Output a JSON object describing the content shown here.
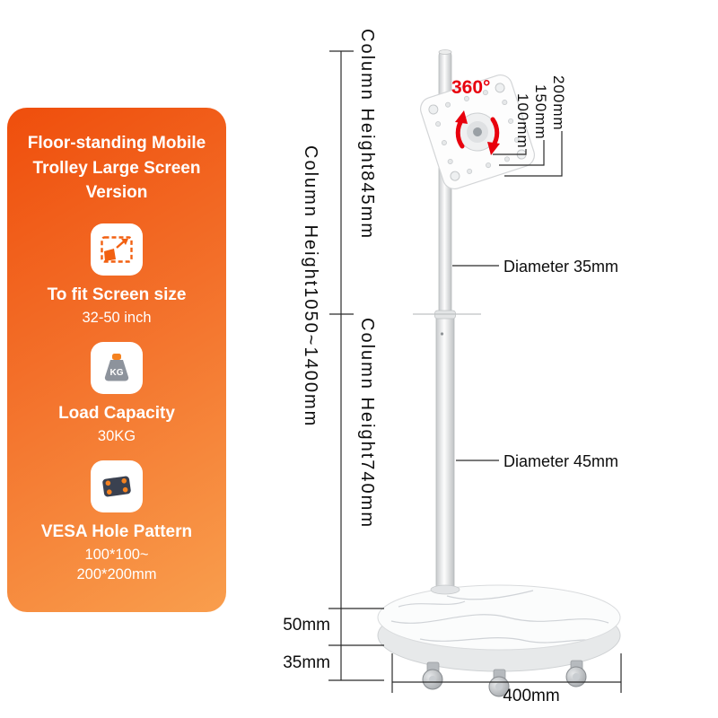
{
  "panel": {
    "title": "Floor-standing Mobile Trolley Large Screen Version",
    "screen": {
      "heading": "To fit Screen size",
      "detail": "32-50 inch"
    },
    "load": {
      "heading": "Load Capacity",
      "detail": "30KG",
      "icon_label": "KG"
    },
    "vesa": {
      "heading": "VESA Hole Pattern",
      "detail_line1": "100*100~",
      "detail_line2": "200*200mm"
    }
  },
  "diagram": {
    "rotation": "360°",
    "column_total": "Column Height1050~1400mm",
    "column_upper": "Column Height845mm",
    "column_lower": "Column Height740mm",
    "vesa_200": "200mm",
    "vesa_150": "150mm",
    "vesa_100": "100mm",
    "diameter_upper": "Diameter 35mm",
    "diameter_lower": "Diameter 45mm",
    "base_height": "50mm",
    "caster_height": "35mm",
    "base_width": "400mm"
  },
  "colors": {
    "accent_orange": "#f26011",
    "accent_red": "#e8000d",
    "panel_gradient_start": "#ef4e0c",
    "panel_gradient_end": "#f99e4d",
    "vesa_icon_plate": "#3a4150"
  }
}
